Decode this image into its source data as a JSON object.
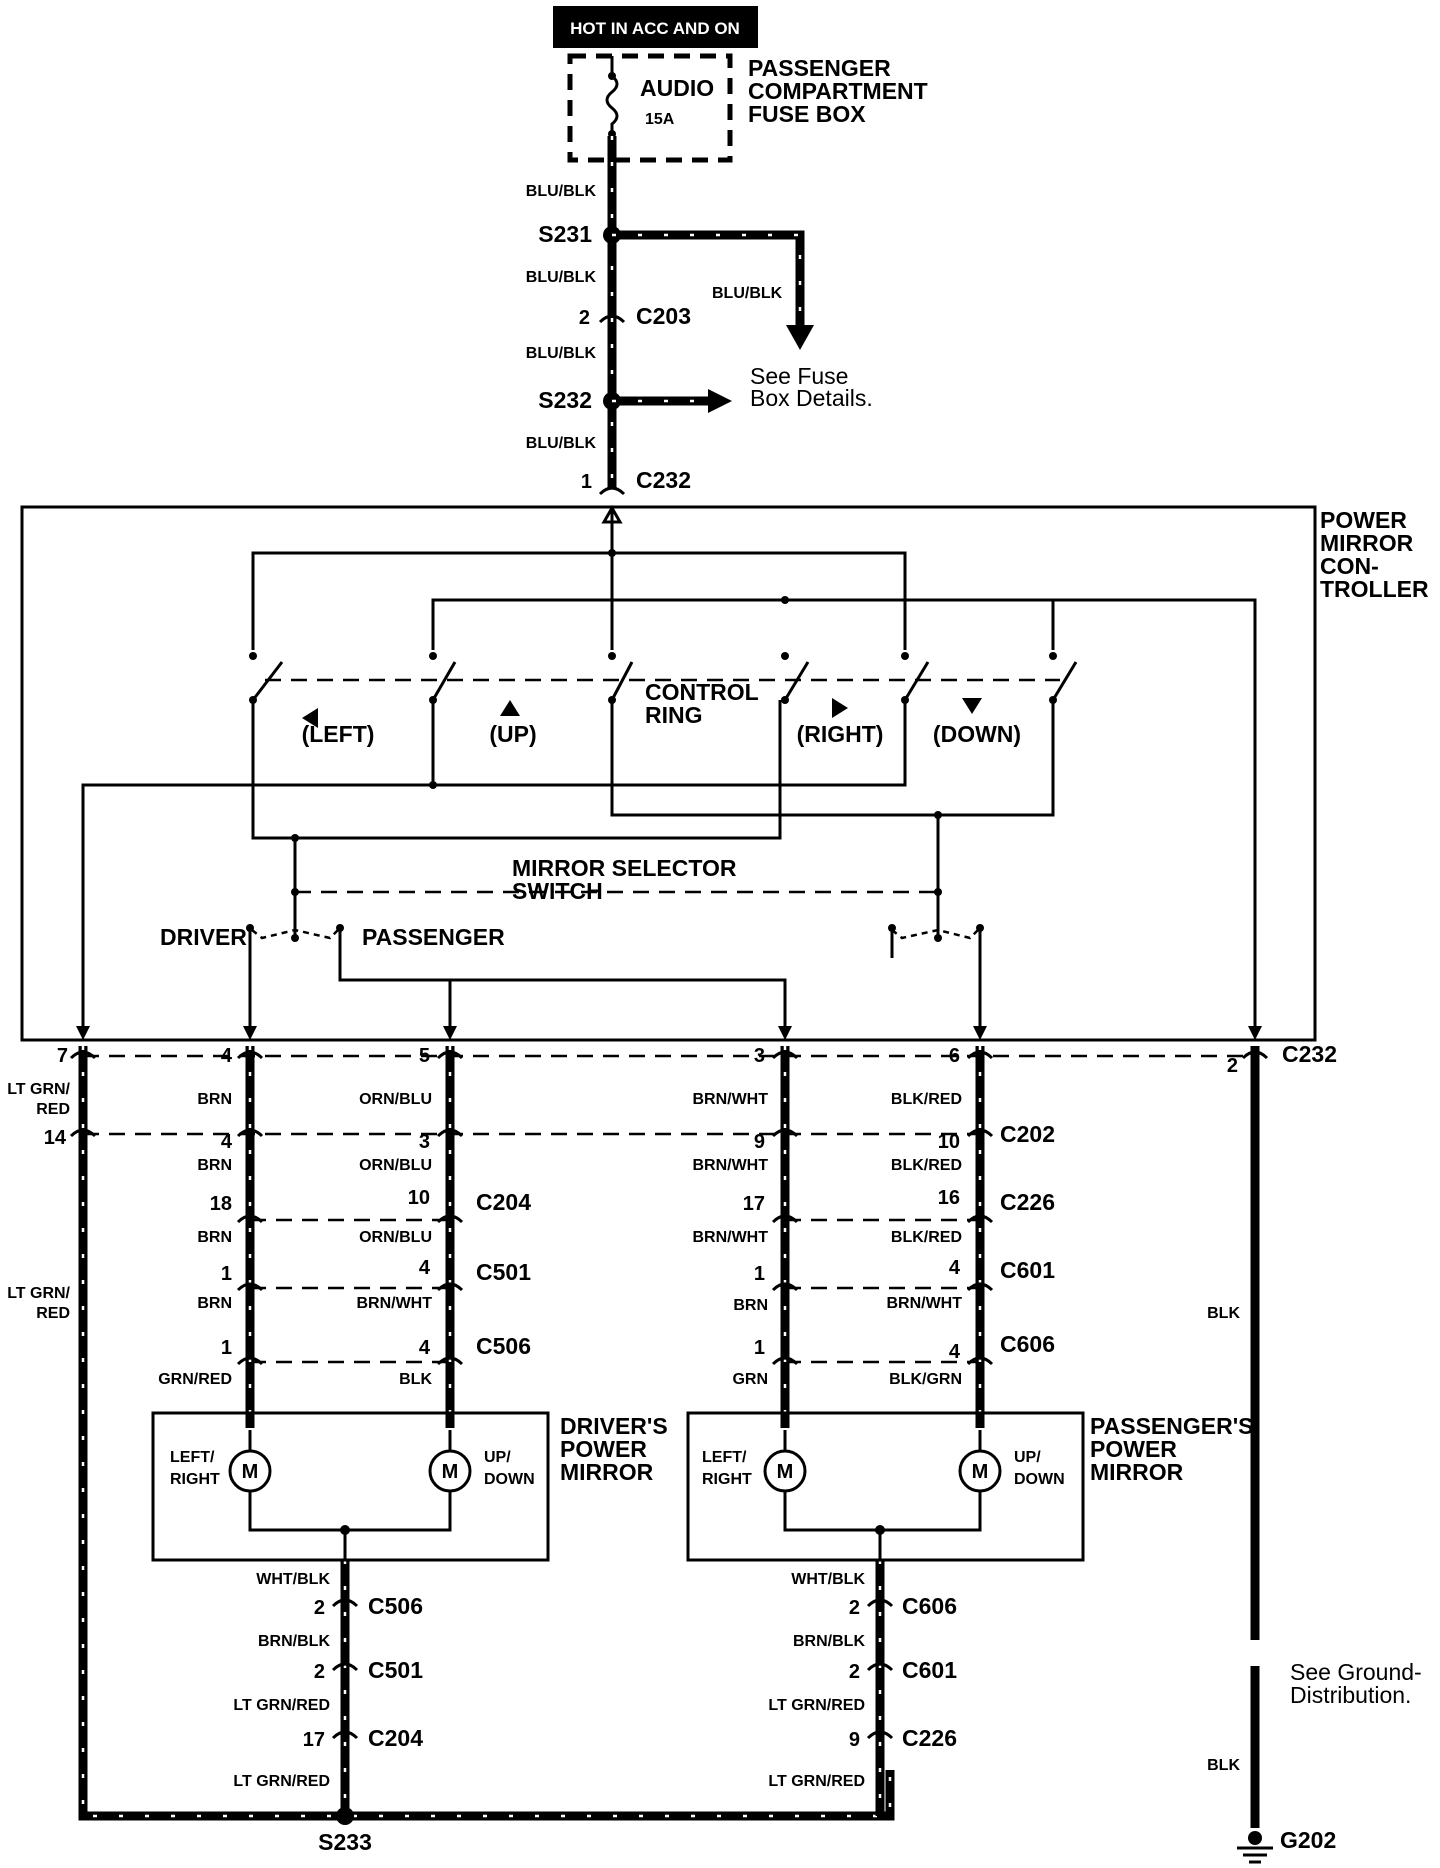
{
  "power_source": "HOT IN ACC AND ON",
  "fuse": {
    "name": "AUDIO",
    "rating": "15A",
    "box_label": [
      "PASSENGER",
      "COMPARTMENT",
      "FUSE BOX"
    ]
  },
  "splices": {
    "s231": "S231",
    "s232": "S232",
    "s233": "S233"
  },
  "connectors": {
    "c203": "C203",
    "c232": "C232",
    "c202": "C202",
    "c204": "C204",
    "c501": "C501",
    "c506": "C506",
    "c226": "C226",
    "c601": "C601",
    "c606": "C606"
  },
  "wires": {
    "blu_blk": "BLU/BLK",
    "brn": "BRN",
    "orn_blu": "ORN/BLU",
    "brn_wht": "BRN/WHT",
    "blk_red": "BLK/RED",
    "lt_grn_red_1": "LT GRN/",
    "lt_grn_red_2": "RED",
    "grn_red": "GRN/RED",
    "blk": "BLK",
    "grn": "GRN",
    "blk_grn": "BLK/GRN",
    "wht_blk": "WHT/BLK",
    "brn_blk": "BRN/BLK",
    "lt_grn_red": "LT GRN/RED"
  },
  "notes": {
    "fuse_details": [
      "See Fuse",
      "Box Details."
    ],
    "ground_details": [
      "See Ground-",
      "Distribution."
    ]
  },
  "controller": {
    "label": [
      "POWER",
      "MIRROR",
      "CON-",
      "TROLLER"
    ],
    "control_ring": [
      "CONTROL",
      "RING"
    ],
    "dir_left": "(LEFT)",
    "dir_up": "(UP)",
    "dir_right": "(RIGHT)",
    "dir_down": "(DOWN)",
    "selector": [
      "MIRROR SELECTOR",
      "SWITCH"
    ],
    "driver": "DRIVER",
    "passenger": "PASSENGER"
  },
  "mirrors": {
    "driver_label": [
      "DRIVER'S",
      "POWER",
      "MIRROR"
    ],
    "passenger_label": [
      "PASSENGER'S",
      "POWER",
      "MIRROR"
    ],
    "motor": "M",
    "lr": [
      "LEFT/",
      "RIGHT"
    ],
    "ud": [
      "UP/",
      "DOWN"
    ]
  },
  "ground": "G202",
  "pins": {
    "c203": "2",
    "c232_in": "1",
    "c232_7": "7",
    "c232_4": "4",
    "c232_5": "5",
    "c232_3": "3",
    "c232_6": "6",
    "c232_2": "2",
    "c202_14": "14",
    "c202_4": "4",
    "c202_3": "3",
    "c202_9": "9",
    "c202_10": "10",
    "c204_18": "18",
    "c204_10": "10",
    "c226_17": "17",
    "c226_16": "16",
    "c501_1": "1",
    "c501_4": "4",
    "c601_1": "1",
    "c601_4": "4",
    "c506_1": "1",
    "c506_4": "4",
    "c606_1": "1",
    "c606_4": "4",
    "c506_2": "2",
    "c501_2": "2",
    "c204_17": "17",
    "c606_2": "2",
    "c601_2": "2",
    "c226_9": "9"
  }
}
